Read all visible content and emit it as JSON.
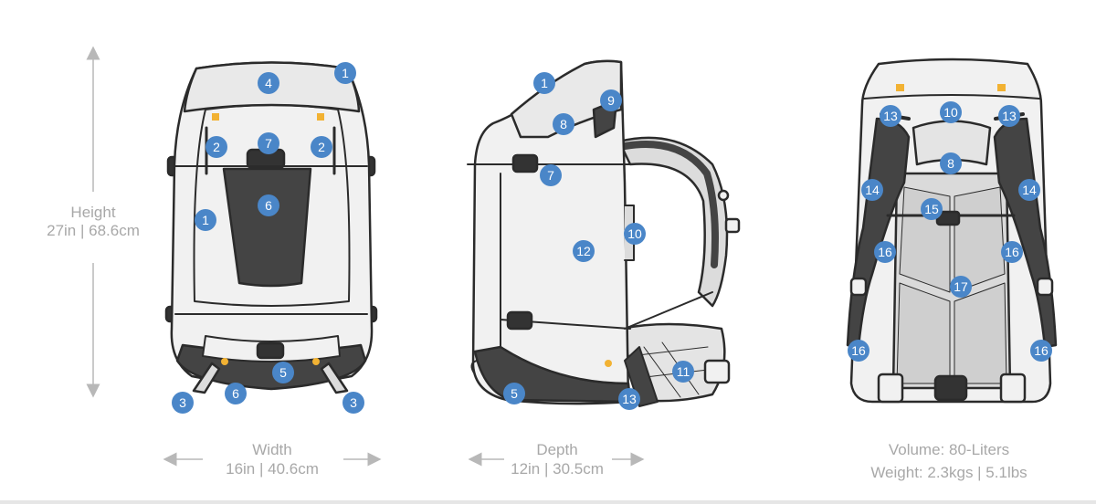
{
  "labels": {
    "height_title": "Height",
    "height_value": "27in  |  68.6cm",
    "width_title": "Width",
    "width_value": "16in  |  40.6cm",
    "depth_title": "Depth",
    "depth_value": "12in  |  30.5cm",
    "volume": "Volume: 80-Liters",
    "weight": "Weight: 2.3kgs  |  5.1lbs"
  },
  "colors": {
    "badge": "#4a86c8",
    "outline": "#2b2b2b",
    "bag_fill": "#f1f1f1",
    "dark_panel": "#444444",
    "accent_yellow": "#f2b233",
    "dimension_text": "#a8a8a8"
  },
  "views": {
    "front": {
      "callouts": [
        "1",
        "1",
        "2",
        "2",
        "3",
        "3",
        "4",
        "5",
        "6",
        "6",
        "7"
      ]
    },
    "side": {
      "callouts": [
        "1",
        "5",
        "7",
        "8",
        "9",
        "10",
        "11",
        "12",
        "13"
      ]
    },
    "back": {
      "callouts": [
        "8",
        "10",
        "13",
        "13",
        "14",
        "14",
        "15",
        "16",
        "16",
        "16",
        "16",
        "17"
      ]
    }
  }
}
